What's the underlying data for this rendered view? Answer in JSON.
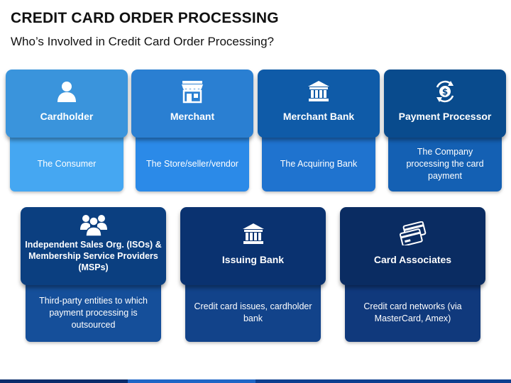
{
  "header": {
    "title": "CREDIT CARD ORDER PROCESSING",
    "subtitle": "Who’s Involved in Credit Card Order Processing?"
  },
  "cards": [
    {
      "label": "Cardholder",
      "description": "The Consumer",
      "icon": "person-icon",
      "top_color": "#3a94dc",
      "bottom_color": "#45a7f2"
    },
    {
      "label": "Merchant",
      "description": "The Store/seller/vendor",
      "icon": "storefront-icon",
      "top_color": "#2a7fd2",
      "bottom_color": "#2b8ae8"
    },
    {
      "label": "Merchant Bank",
      "description": "The Acquiring Bank",
      "icon": "bank-icon",
      "top_color": "#0f5ba8",
      "bottom_color": "#1f73cf"
    },
    {
      "label": "Payment Processor",
      "description": "The Company processing the card payment",
      "icon": "dollar-cycle-icon",
      "top_color": "#094b8d",
      "bottom_color": "#1460b3"
    },
    {
      "label": "Independent Sales Org. (ISOs) & Membership Service Providers (MSPs)",
      "description": "Third-party entities to which payment processing is outsourced",
      "icon": "group-icon",
      "top_color": "#0b3f80",
      "bottom_color": "#154f9a"
    },
    {
      "label": "Issuing Bank",
      "description": "Credit card issues, cardholder bank",
      "icon": "bank-icon",
      "top_color": "#0a3270",
      "bottom_color": "#12438a"
    },
    {
      "label": "Card Associates",
      "description": "Credit card networks (via MasterCard, Amex)",
      "icon": "credit-cards-icon",
      "top_color": "#0a2c62",
      "bottom_color": "#10397c"
    }
  ]
}
